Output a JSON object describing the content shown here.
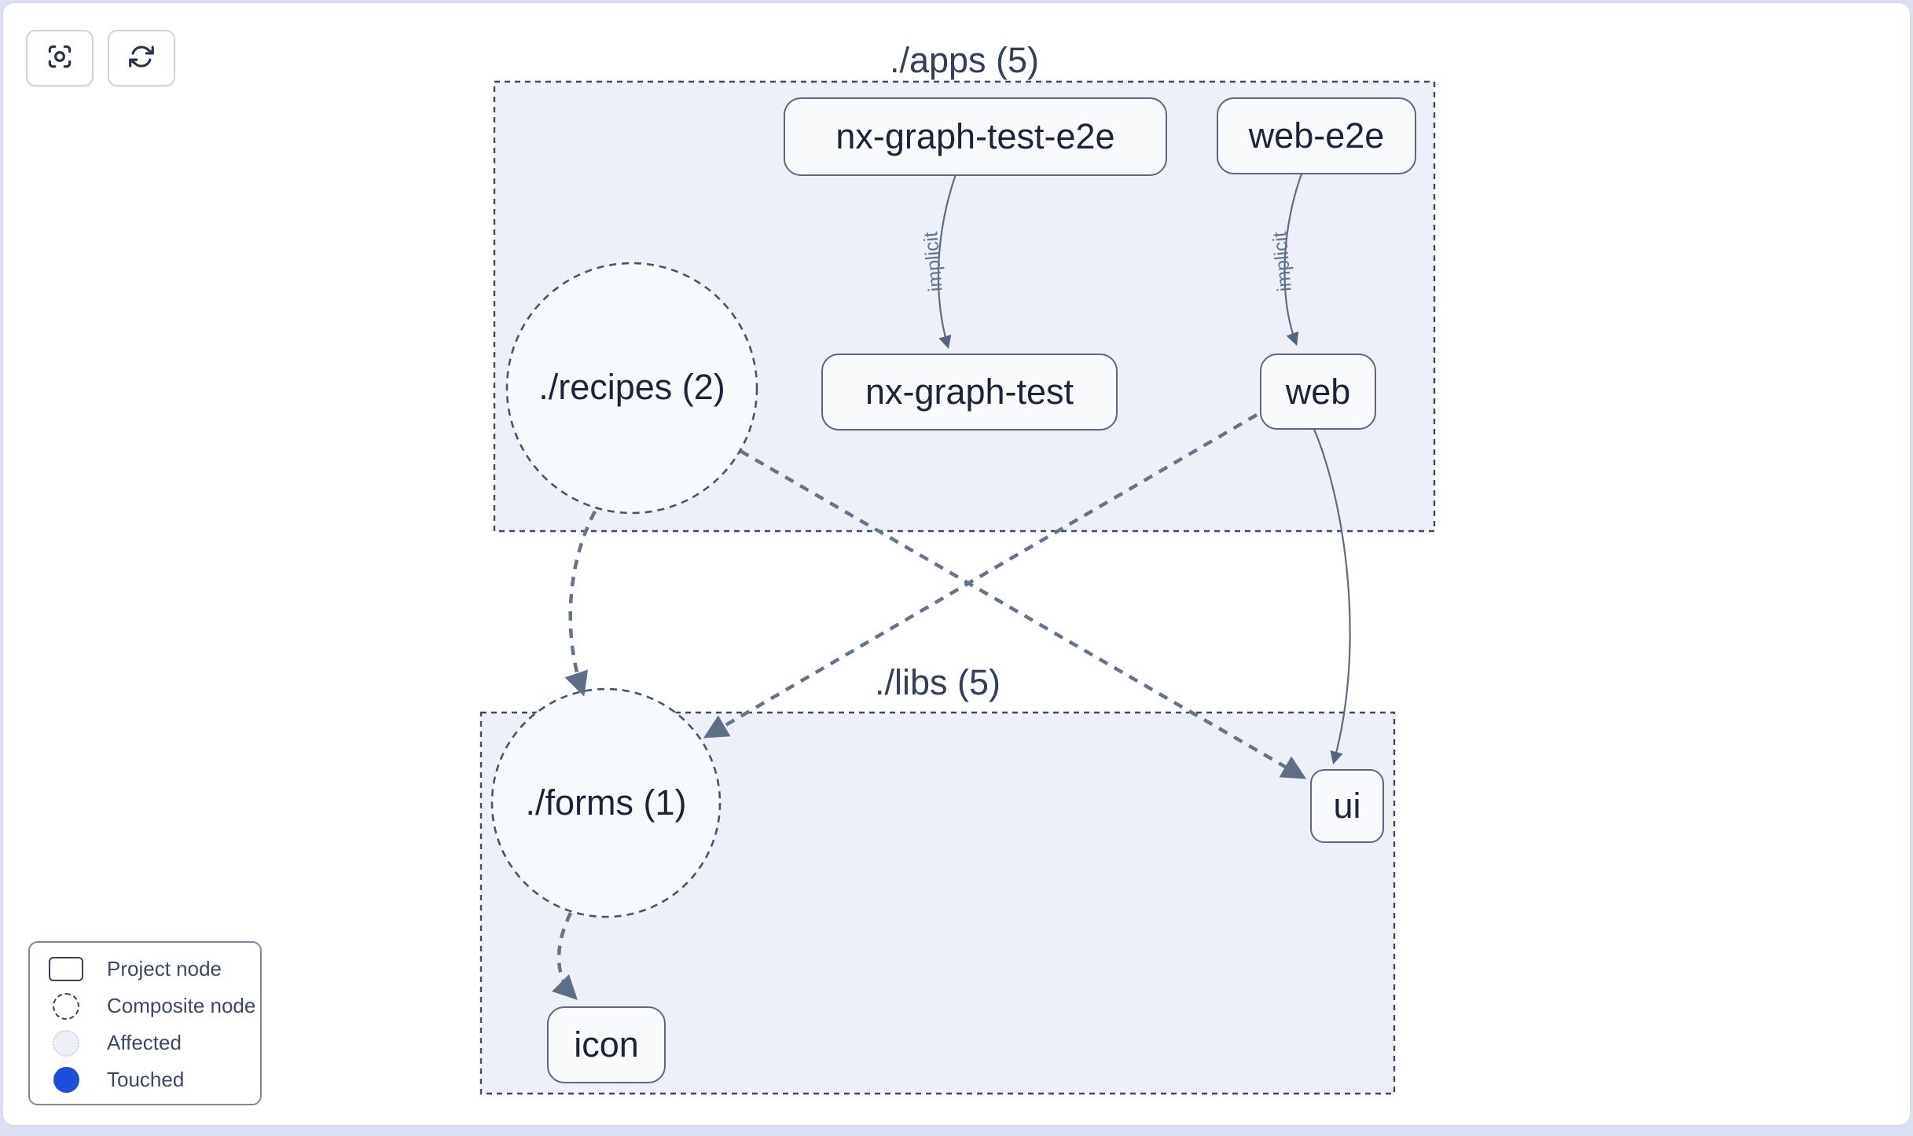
{
  "toolbar": {
    "focus_button": {
      "icon": "focus-icon"
    },
    "refresh_button": {
      "icon": "refresh-icon"
    }
  },
  "graph": {
    "groups": [
      {
        "id": "apps",
        "label": "./apps (5)"
      },
      {
        "id": "libs",
        "label": "./libs (5)"
      }
    ],
    "composite_nodes": [
      {
        "id": "recipes",
        "label": "./recipes (2)"
      },
      {
        "id": "forms",
        "label": "./forms (1)"
      }
    ],
    "project_nodes": [
      {
        "id": "nx-graph-test-e2e",
        "label": "nx-graph-test-e2e"
      },
      {
        "id": "web-e2e",
        "label": "web-e2e"
      },
      {
        "id": "nx-graph-test",
        "label": "nx-graph-test"
      },
      {
        "id": "web",
        "label": "web"
      },
      {
        "id": "ui",
        "label": "ui"
      },
      {
        "id": "icon",
        "label": "icon"
      }
    ],
    "edges": [
      {
        "from": "nx-graph-test-e2e",
        "to": "nx-graph-test",
        "label": "implicit",
        "style": "solid"
      },
      {
        "from": "web-e2e",
        "to": "web",
        "label": "implicit",
        "style": "solid"
      },
      {
        "from": "web",
        "to": "ui",
        "label": "",
        "style": "solid"
      },
      {
        "from": "./recipes (2)",
        "to": "./forms (1)",
        "label": "",
        "style": "dashed"
      },
      {
        "from": "./recipes (2)",
        "to": "ui",
        "label": "",
        "style": "dashed"
      },
      {
        "from": "web",
        "to": "./forms (1)",
        "label": "",
        "style": "dashed"
      },
      {
        "from": "./forms (1)",
        "to": "icon",
        "label": "",
        "style": "dashed"
      }
    ]
  },
  "legend": {
    "items": [
      {
        "label": "Project node",
        "symbol": "project-rect"
      },
      {
        "label": "Composite node",
        "symbol": "dashed-circle"
      },
      {
        "label": "Affected",
        "symbol": "affected-circle"
      },
      {
        "label": "Touched",
        "symbol": "touched-circle"
      }
    ]
  },
  "colors": {
    "touched_blue": "#1d4ed8",
    "affected_fill": "#edf1f6",
    "group_fill": "#edf1f7",
    "node_fill": "#f8fafc",
    "edge_slate": "#64748b",
    "text_dark": "#1b2537"
  }
}
